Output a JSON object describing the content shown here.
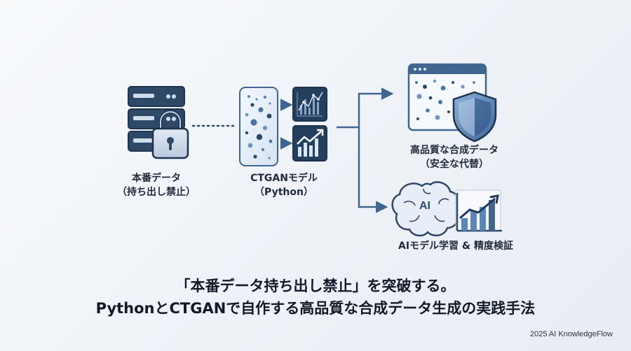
{
  "source": {
    "title": "本番データ",
    "subtitle": "（持ち出し禁止）"
  },
  "model": {
    "title": "CTGANモデル",
    "subtitle": "（Python）"
  },
  "synthetic": {
    "title": "高品質な合成データ",
    "subtitle": "（安全な代替）"
  },
  "ai": {
    "badge": "AI",
    "title": "AIモデル学習 & 精度検証"
  },
  "headline": {
    "line1": "「本番データ持ち出し禁止」を突破する。",
    "line2": "PythonとCTGANで自作する高品質な合成データ生成の実践手法"
  },
  "footer": "2025 AI KnowledgeFlow",
  "colors": {
    "primary": "#3f6590",
    "accent": "#5b86b8",
    "light": "#dbe6f3",
    "dark": "#1f2a3a"
  }
}
